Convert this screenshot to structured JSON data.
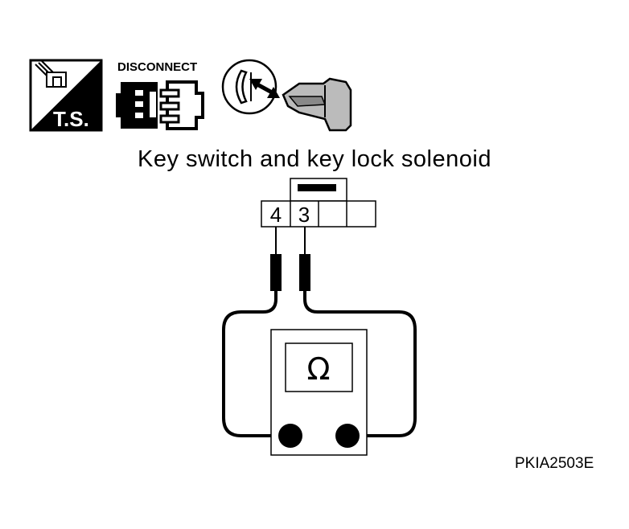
{
  "diagram": {
    "title": "Key switch and key lock solenoid",
    "code": "PKIA2503E",
    "icons": {
      "ts_label": "T.S.",
      "disconnect_label": "DISCONNECT",
      "ts_icon": "ts-icon",
      "disconnect_icon": "connector-disconnect-icon",
      "key_icon": "key-removed-icon"
    },
    "connector": {
      "pins": [
        "4",
        "3",
        "",
        ""
      ]
    },
    "meter": {
      "symbol": "Ω"
    }
  }
}
